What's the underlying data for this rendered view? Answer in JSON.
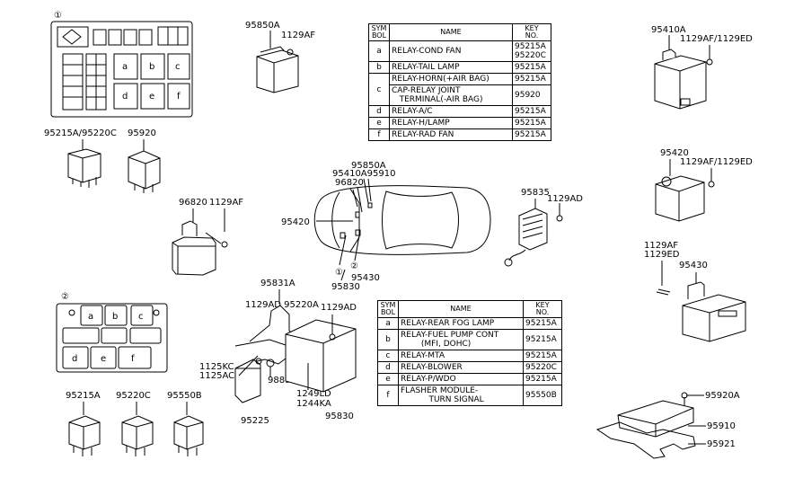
{
  "labels": {
    "box1_marker": "①",
    "box2_marker": "②",
    "p95850A": "95850A",
    "p1129AF_a": "1129AF",
    "p95215A_95220C": "95215A/95220C",
    "p95920": "95920",
    "p96820": "96820",
    "p1129AF_b": "1129AF",
    "p95850A_c": "95850A",
    "p95410A_95910": "95410A95910",
    "p96820_c": "96820",
    "p95420_c": "95420",
    "c_marker1": "①",
    "c_marker2": "②",
    "p95430_c": "95430",
    "p95830_c": "95830",
    "p95835": "95835",
    "p1129AD_a": "1129AD",
    "p95410A": "95410A",
    "p1129AF_1129ED_a": "1129AF/1129ED",
    "p95420": "95420",
    "p1129AF_1129ED_b": "1129AF/1129ED",
    "p1129AF_c": "1129AF",
    "p1129ED_c": "1129ED",
    "p95430": "95430",
    "p95831A": "95831A",
    "p1129AD_95220A": "1129AD 95220A",
    "p1129AD_b": "1129AD",
    "p1125KC": "1125KC",
    "p1125AC": "1125AC",
    "p98890": "98890",
    "p1249LD": "1249LD",
    "p1244KA": "1244KA",
    "p95225": "95225",
    "p95830": "95830",
    "p95215A": "95215A",
    "p95220C": "95220C",
    "p95550B": "95550B",
    "p95920A": "95920A",
    "p95910": "95910",
    "p95921": "95921"
  },
  "box1_cells": [
    "a",
    "b",
    "c",
    "d",
    "e",
    "f"
  ],
  "box2_cells": [
    "a",
    "b",
    "c",
    "d",
    "e",
    "f"
  ],
  "table1": {
    "head": {
      "sym": "SYM\nBOL",
      "name": "NAME",
      "key": "KEY\nNO."
    },
    "rows": [
      {
        "sym": "a",
        "name": "RELAY-COND FAN",
        "key": "95215A\n95220C"
      },
      {
        "sym": "b",
        "name": "RELAY-TAIL LAMP",
        "key": "95215A"
      },
      {
        "sym": "c",
        "name": "RELAY-HORN(+AIR BAG)",
        "key": "95215A"
      },
      {
        "sym": "",
        "name": "CAP-RELAY JOINT\n   TERMINAL(-AIR BAG)",
        "key": "95920"
      },
      {
        "sym": "d",
        "name": "RELAY-A/C",
        "key": "95215A"
      },
      {
        "sym": "e",
        "name": "RELAY-H/LAMP",
        "key": "95215A"
      },
      {
        "sym": "f",
        "name": "RELAY-RAD FAN",
        "key": "95215A"
      }
    ]
  },
  "table2": {
    "head": {
      "sym": "SYM\nBOL",
      "name": "NAME",
      "key": "KEY\nNO."
    },
    "rows": [
      {
        "sym": "a",
        "name": "RELAY-REAR FOG LAMP",
        "key": "95215A"
      },
      {
        "sym": "b",
        "name": "RELAY-FUEL PUMP CONT\n        (MFI, DOHC)",
        "key": "95215A"
      },
      {
        "sym": "c",
        "name": "RELAY-MTA",
        "key": "95215A"
      },
      {
        "sym": "d",
        "name": "RELAY-BLOWER",
        "key": "95220C"
      },
      {
        "sym": "e",
        "name": "RELAY-P/WDO",
        "key": "95215A"
      },
      {
        "sym": "f",
        "name": "FLASHER MODULE-\n           TURN SIGNAL",
        "key": "95550B"
      }
    ]
  }
}
